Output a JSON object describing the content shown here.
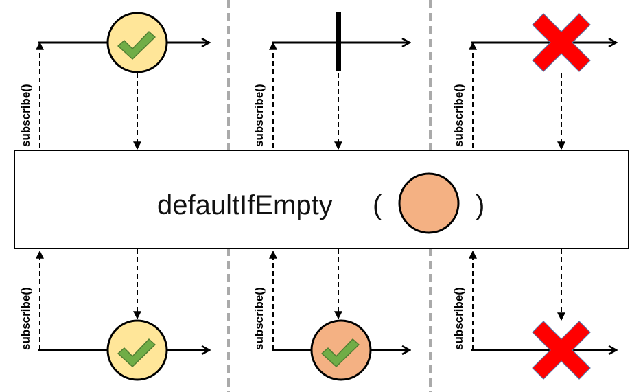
{
  "operator": {
    "name": "defaultIfEmpty",
    "open_paren": "(",
    "close_paren": ")",
    "default_item_color": "#F4B183"
  },
  "subscribe_label": "subscribe()",
  "colors": {
    "item_fill": "#FFE699",
    "default_fill": "#F4B183",
    "check": "#70AD47",
    "error": "#FF0000",
    "separator": "#AAAAAA",
    "line": "#000000"
  },
  "scenarios": [
    {
      "name": "item-emitted",
      "upstream": "item-then-complete",
      "downstream": "item-then-complete"
    },
    {
      "name": "empty-completion",
      "upstream": "complete-only",
      "downstream": "default-item-then-complete"
    },
    {
      "name": "error",
      "upstream": "error",
      "downstream": "error"
    }
  ]
}
